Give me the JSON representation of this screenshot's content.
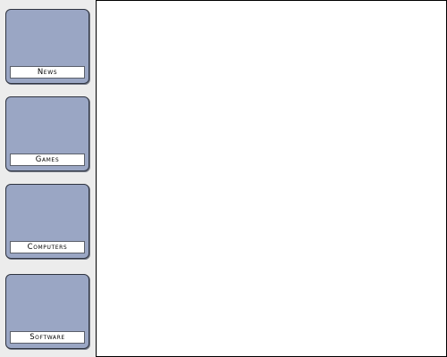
{
  "colors": {
    "tile_background": "#9aa6c4",
    "sidebar_background": "#ececec",
    "main_background": "#ffffff"
  },
  "sidebar": {
    "items": [
      {
        "label": "News"
      },
      {
        "label": "Games"
      },
      {
        "label": "Computers"
      },
      {
        "label": "Software"
      }
    ]
  }
}
